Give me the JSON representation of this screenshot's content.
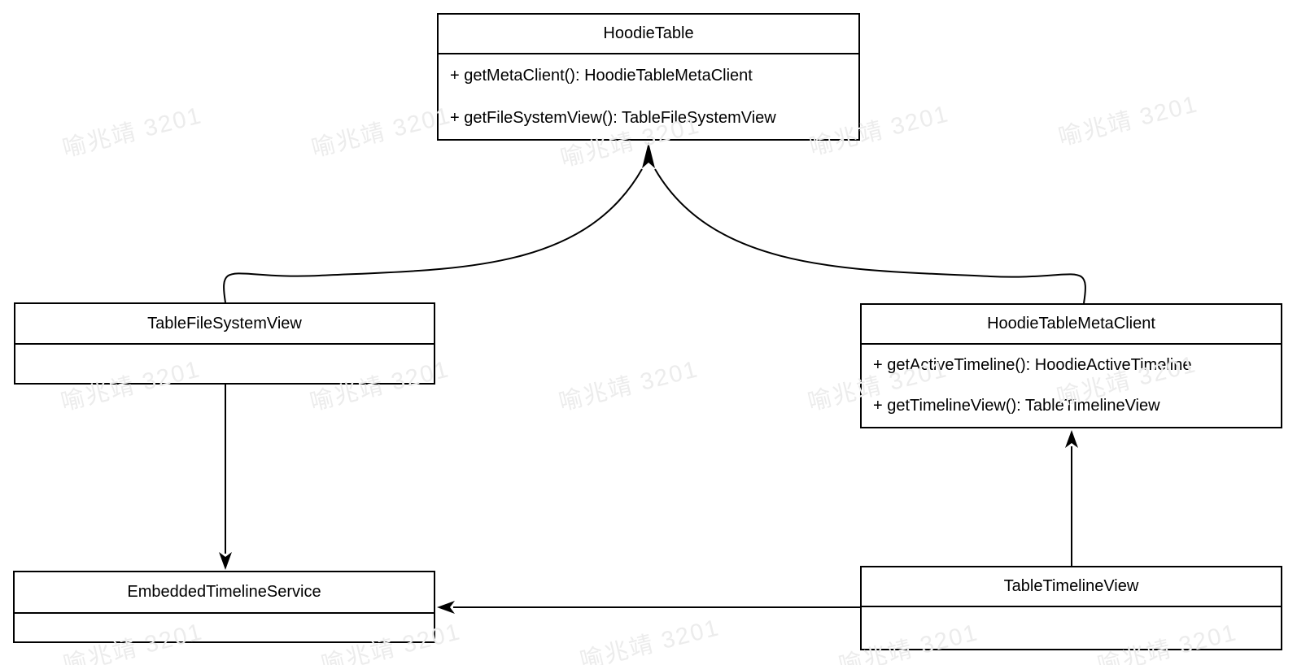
{
  "diagram": {
    "type": "uml-class-diagram",
    "background": "#ffffff",
    "line_color": "#000000",
    "text_color": "#000000"
  },
  "classes": [
    {
      "name": "HoodieTable",
      "methods": [
        "+ getMetaClient(): HoodieTableMetaClient",
        "+ getFileSystemView(): TableFileSystemView"
      ]
    },
    {
      "name": "TableFileSystemView",
      "methods": []
    },
    {
      "name": "HoodieTableMetaClient",
      "methods": [
        "+ getActiveTimeline(): HoodieActiveTimeline",
        "+ getTimelineView(): TableTimelineView"
      ]
    },
    {
      "name": "EmbeddedTimelineService",
      "methods": []
    },
    {
      "name": "TableTimelineView",
      "methods": []
    }
  ],
  "relations": [
    {
      "from": "TableFileSystemView",
      "to": "HoodieTable",
      "style": "curved-merged-arrow"
    },
    {
      "from": "HoodieTableMetaClient",
      "to": "HoodieTable",
      "style": "curved-merged-arrow"
    },
    {
      "from": "TableFileSystemView",
      "to": "EmbeddedTimelineService",
      "style": "straight-arrow"
    },
    {
      "from": "TableTimelineView",
      "to": "HoodieTableMetaClient",
      "style": "straight-arrow"
    },
    {
      "from": "TableTimelineView",
      "to": "EmbeddedTimelineService",
      "style": "straight-arrow"
    }
  ],
  "watermark": {
    "text": "喻兆靖 3201",
    "color": "#ececec"
  }
}
